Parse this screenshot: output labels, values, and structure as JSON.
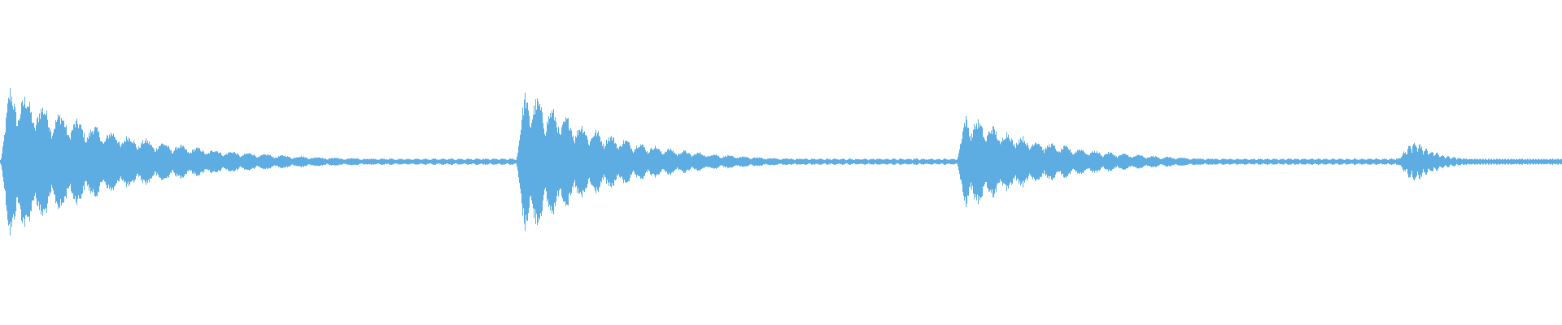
{
  "waveform": {
    "color": "#5dade2",
    "background": "#ffffff",
    "bursts": [
      {
        "start": 0.0,
        "end": 0.33,
        "peak": 0.92,
        "decay": 0.62,
        "attack": 0.006
      },
      {
        "start": 0.33,
        "end": 0.612,
        "peak": 0.88,
        "decay": 0.55,
        "attack": 0.006
      },
      {
        "start": 0.612,
        "end": 0.893,
        "peak": 0.58,
        "decay": 0.58,
        "attack": 0.006
      },
      {
        "start": 0.893,
        "end": 1.0,
        "peak": 0.27,
        "decay": 0.45,
        "attack": 0.012
      }
    ],
    "floor": 0.03,
    "modulation_cycles_per_burst": 30
  }
}
